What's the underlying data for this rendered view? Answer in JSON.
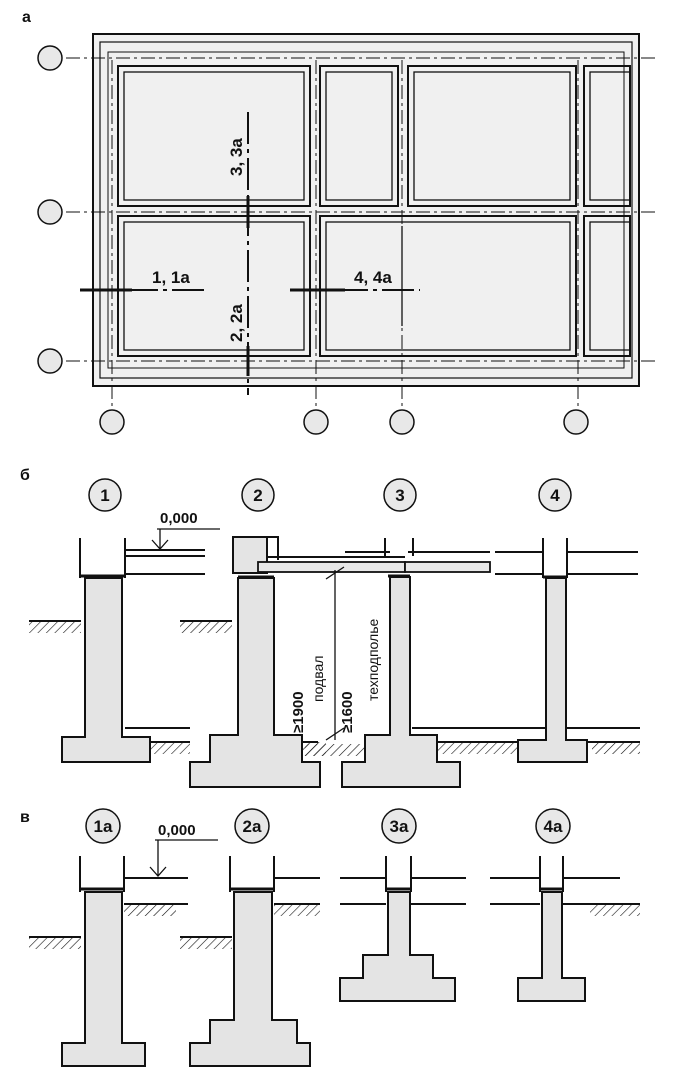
{
  "parts": {
    "a": "а",
    "b": "б",
    "v": "в"
  },
  "plan_sections": {
    "s1": "1, 1а",
    "s2": "2, 2а",
    "s3": "3, 3а",
    "s4": "4, 4а"
  },
  "sections_b": [
    "1",
    "2",
    "3",
    "4"
  ],
  "sections_v": [
    "1а",
    "2а",
    "3а",
    "4а"
  ],
  "elevation_mark": "0,000",
  "dims": {
    "basement_depth": "≥1900",
    "basement_label": "подвал",
    "crawl_depth": "≥1600",
    "crawl_label": "техподполье"
  },
  "colors": {
    "line": "#111111",
    "fill": "#e4e4e4",
    "paper": "#ffffff"
  }
}
